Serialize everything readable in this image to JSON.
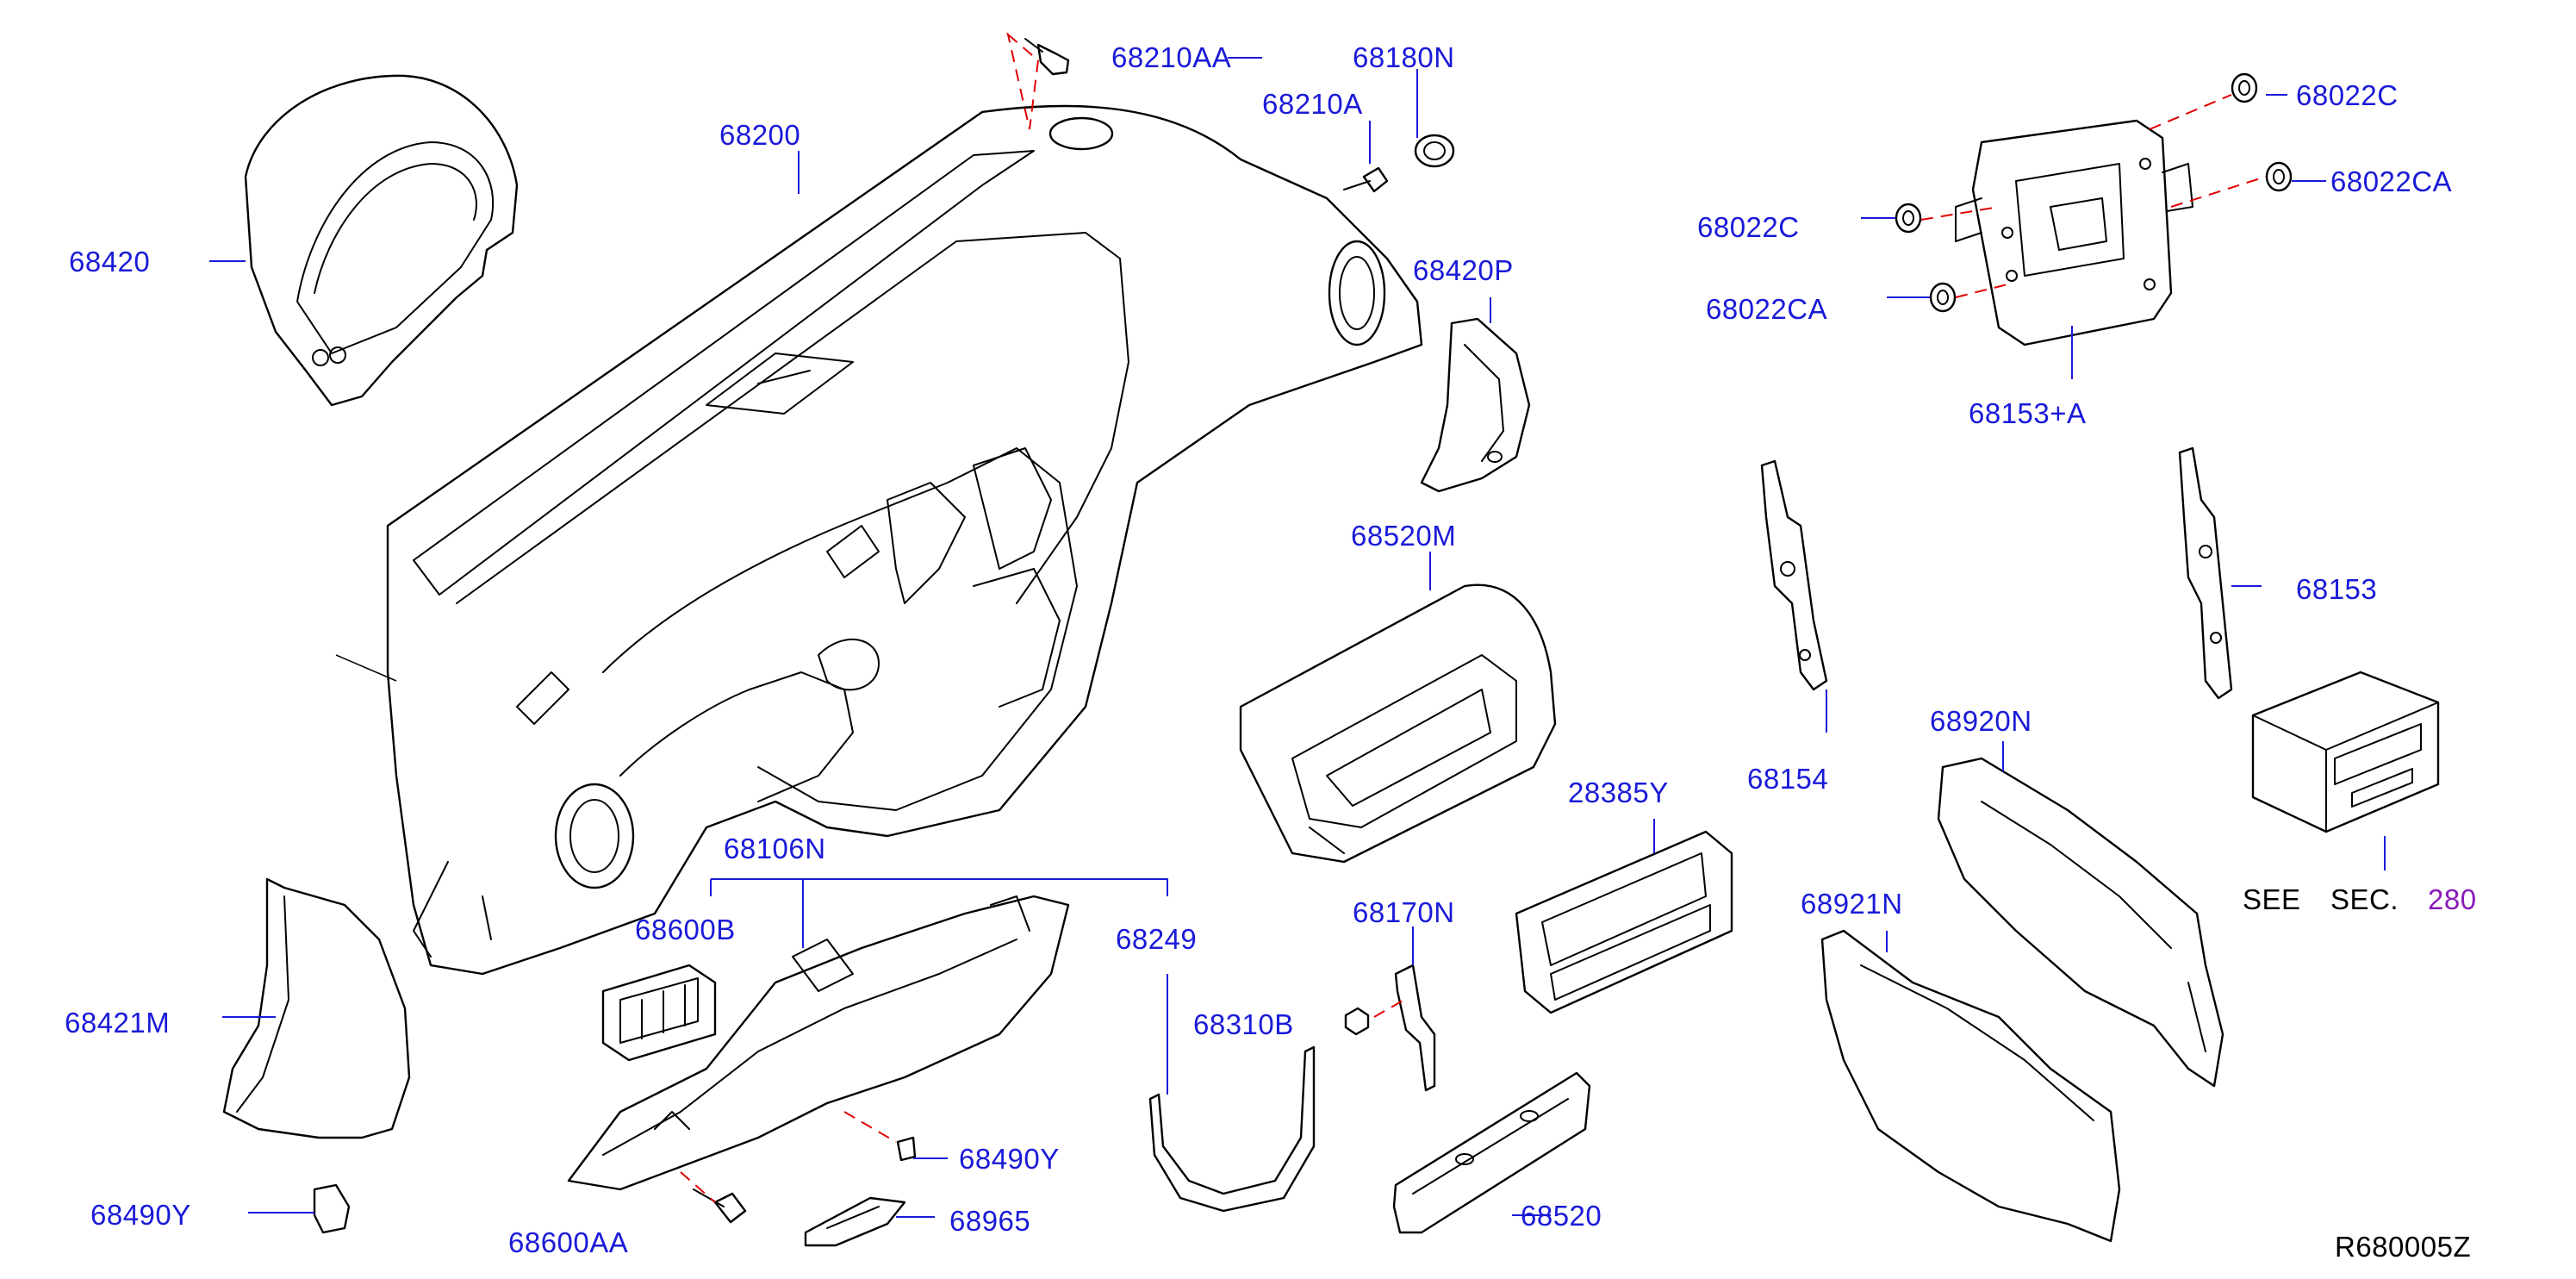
{
  "diagram": {
    "drawing_code": "R680005Z",
    "see_section": {
      "see": "SEE",
      "sec": "SEC.",
      "number": "280"
    },
    "callouts": {
      "c68420": "68420",
      "c68200": "68200",
      "c68210AA": "68210AA",
      "c68180N": "68180N",
      "c68210A": "68210A",
      "c68022C_top": "68022C",
      "c68022CA_top": "68022CA",
      "c68022C_left": "68022C",
      "c68022CA_left": "68022CA",
      "c68153A": "68153+A",
      "c68420P": "68420P",
      "c68520M": "68520M",
      "c68154": "68154",
      "c68153": "68153",
      "c68920N": "68920N",
      "c28385Y": "28385Y",
      "c68106N": "68106N",
      "c68600B": "68600B",
      "c68249": "68249",
      "c68170N": "68170N",
      "c68921N": "68921N",
      "c68421M": "68421M",
      "c68310B": "68310B",
      "c68490Y_right": "68490Y",
      "c68490Y_left": "68490Y",
      "c68965": "68965",
      "c68600AA": "68600AA",
      "c68520": "68520"
    }
  },
  "colors": {
    "callout_text": "#1a1ad8",
    "leader_line": "#1a1ad8",
    "dashed_guide": "#e00000",
    "section_number": "#8a1ab8",
    "line_art": "#000000"
  }
}
